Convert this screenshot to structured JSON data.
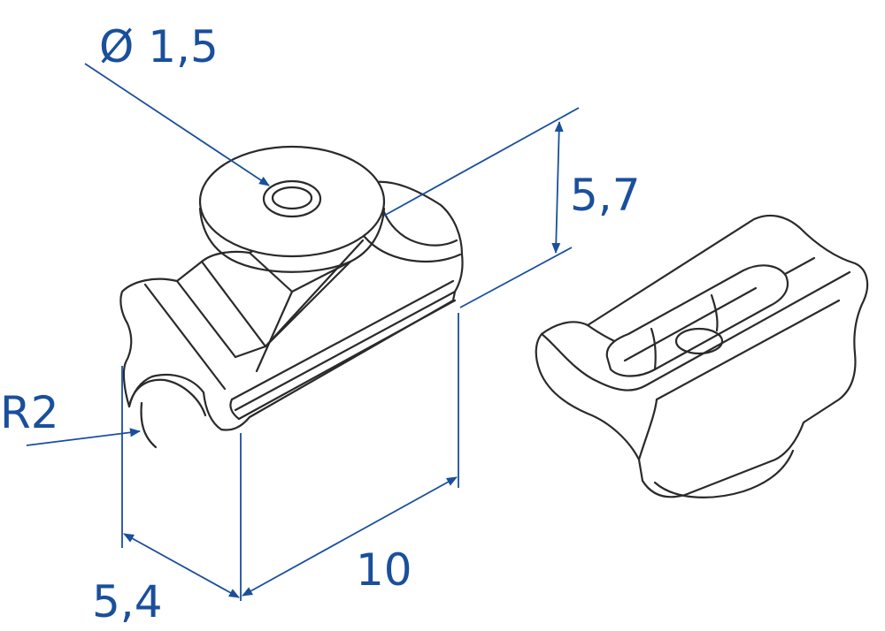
{
  "colors": {
    "dimension": "#1a4f9c",
    "outline": "#2a2a2a",
    "background": "#ffffff"
  },
  "dimensions": {
    "hole_diameter": "Ø 1,5",
    "height": "5,7",
    "radius": "R2",
    "width": "5,4",
    "length": "10"
  }
}
